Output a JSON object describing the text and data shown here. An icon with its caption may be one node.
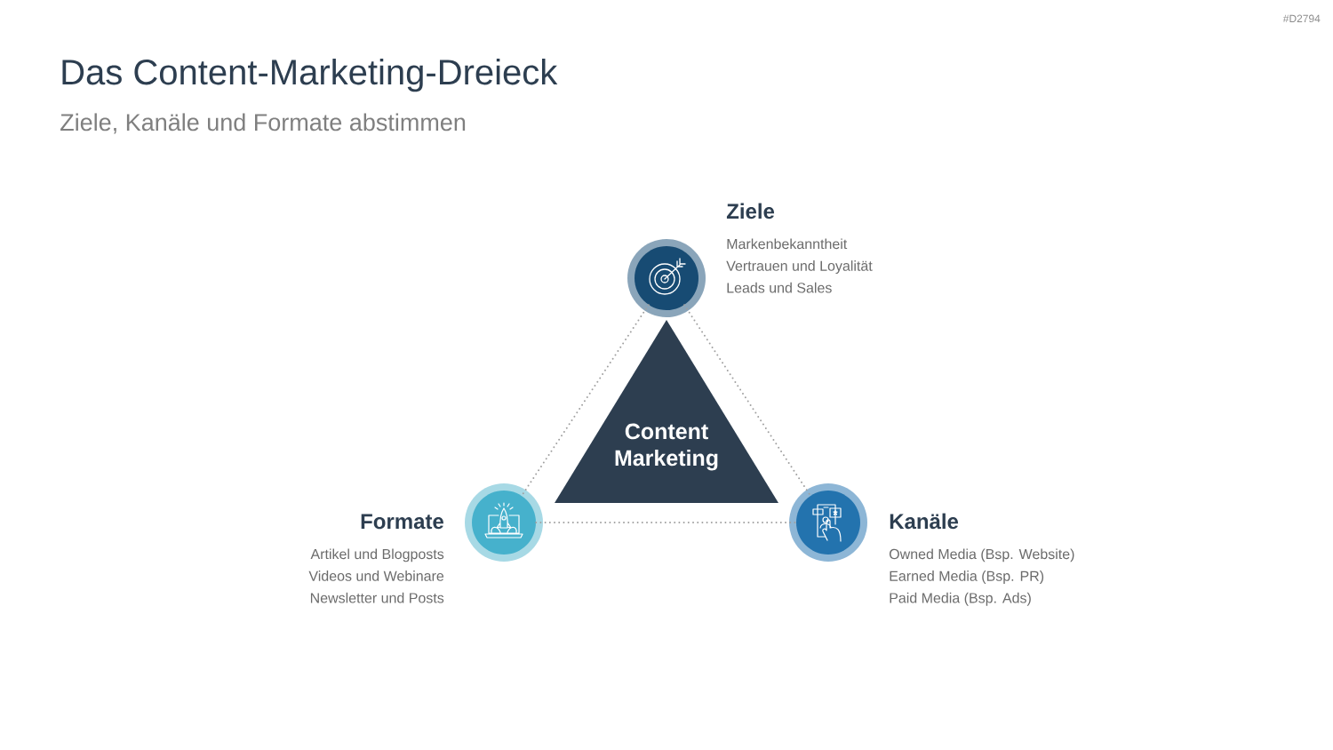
{
  "diagram": {
    "title": "Das Content-Marketing-Dreieck",
    "nodes": [
      {
        "text": [
          "Ziele"
        ],
        "beside": [
          "Markenbekanntheit",
          "Vertrauen und Loyalität",
          "Leads und Sales"
        ]
      },
      {
        "text": [
          "Content Marketing"
        ]
      },
      {
        "text": [
          "Formate"
        ],
        "beside": [
          "Artikel und Blogposts",
          "Videos und Webinare",
          "Newsletter und Posts"
        ]
      },
      {
        "text": [
          "Kanäle"
        ],
        "beside": [
          "Owned Media (Bsp. Website)",
          "Earned Media (Bsp. PR)",
          "Paid Media (Bsp. Ads)"
        ]
      }
    ],
    "edges": [
      {
        "from": 0,
        "to": 2,
        "arrow": "none"
      },
      {
        "from": 0,
        "to": 3,
        "arrow": "none"
      },
      {
        "from": 2,
        "to": 3,
        "arrow": "none"
      }
    ],
    "labels": [
      "Ziele, Kanäle und Formate abstimmen",
      "#D2794"
    ]
  }
}
